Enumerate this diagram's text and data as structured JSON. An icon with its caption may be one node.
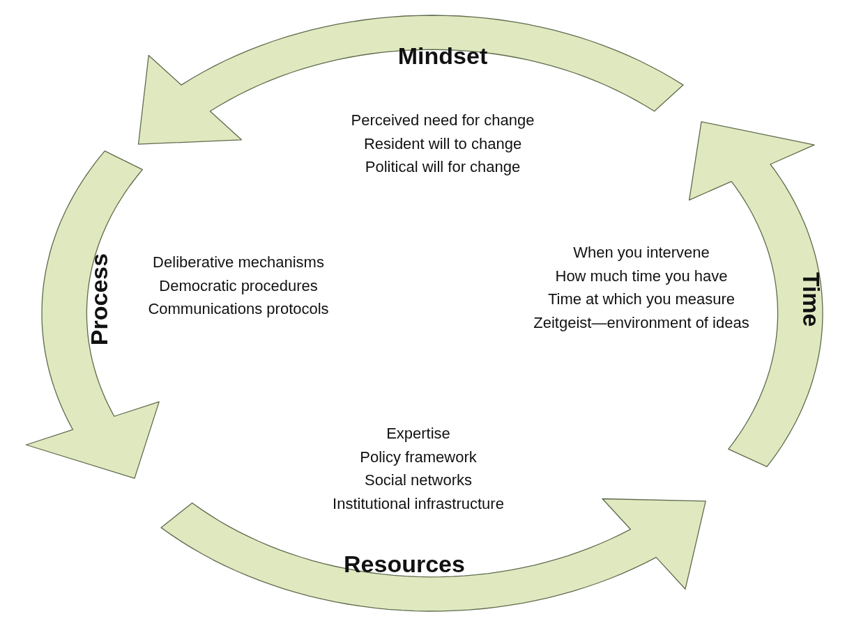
{
  "diagram": {
    "nodes": [
      {
        "text": [
          "Mindset"
        ]
      },
      {
        "text": [
          "Process"
        ]
      },
      {
        "text": [
          "Time"
        ]
      },
      {
        "text": [
          "Resources"
        ]
      }
    ],
    "labels": [
      "Perceived need for change",
      "Resident will to change",
      "Political will for change",
      "Deliberative mechanisms",
      "Democratic procedures",
      "Communications protocols",
      "When you intervene",
      "How much time you have",
      "Time at which you measure",
      "Zeitgeist—environment of ideas",
      "Expertise",
      "Policy framework",
      "Social networks",
      "Institutional infrastructure"
    ]
  }
}
